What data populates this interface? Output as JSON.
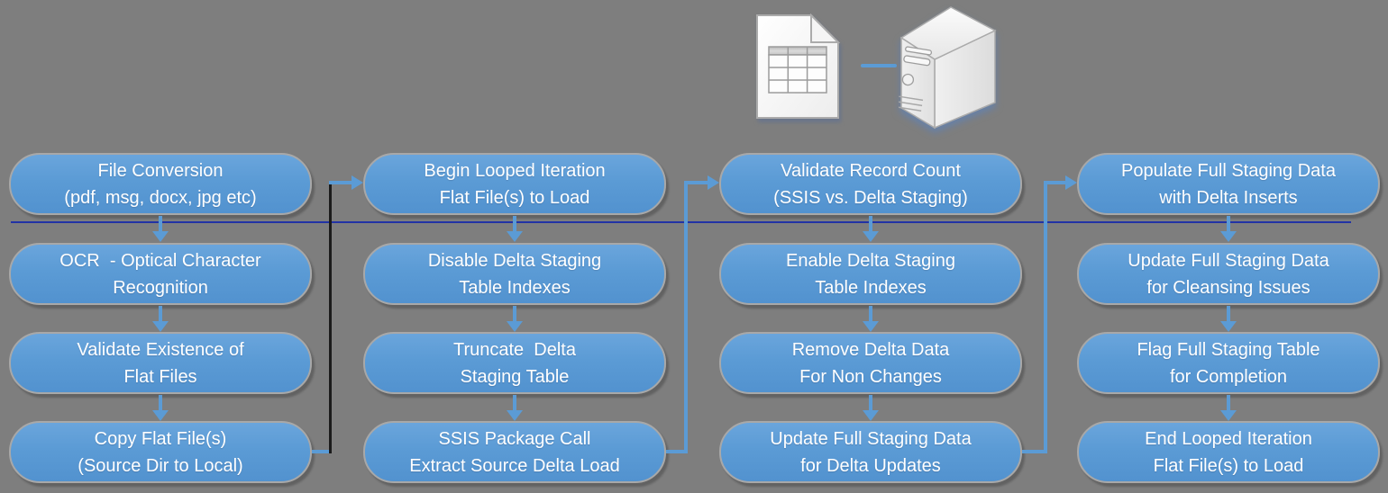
{
  "canvas": {
    "background": "#7E7E7E",
    "type": "flowchart"
  },
  "colors": {
    "node_fill": "#5B9BD5",
    "node_border": "#A8A8A8",
    "node_text": "#FFFFFF",
    "connector": "#5B9BD5",
    "underline_rule": "#2233A5",
    "connector1_vertical": "#1B1B1B"
  },
  "icons": {
    "flat_file": "table-document-icon",
    "server": "server-tower-icon",
    "link": "file-to-server-link"
  },
  "columns": [
    {
      "boxes": [
        {
          "lines": [
            "File Conversion",
            "(pdf, msg, docx, jpg etc)"
          ]
        },
        {
          "lines": [
            "OCR  - Optical Character",
            "Recognition"
          ]
        },
        {
          "lines": [
            "Validate Existence of",
            "Flat Files"
          ]
        },
        {
          "lines": [
            "Copy Flat File(s)",
            "(Source Dir to Local)"
          ]
        }
      ]
    },
    {
      "boxes": [
        {
          "lines": [
            "Begin Looped Iteration",
            "Flat File(s) to Load"
          ]
        },
        {
          "lines": [
            "Disable Delta Staging",
            "Table Indexes"
          ]
        },
        {
          "lines": [
            "Truncate  Delta",
            "Staging Table"
          ]
        },
        {
          "lines": [
            "SSIS Package Call",
            "Extract Source Delta Load"
          ]
        }
      ]
    },
    {
      "boxes": [
        {
          "lines": [
            "Validate Record Count",
            "(SSIS vs. Delta Staging)"
          ]
        },
        {
          "lines": [
            "Enable Delta Staging",
            "Table Indexes"
          ]
        },
        {
          "lines": [
            "Remove Delta Data",
            "For Non Changes"
          ]
        },
        {
          "lines": [
            "Update Full Staging Data",
            "for Delta Updates"
          ]
        }
      ]
    },
    {
      "boxes": [
        {
          "lines": [
            "Populate Full Staging Data",
            "with Delta Inserts"
          ]
        },
        {
          "lines": [
            "Update Full Staging Data",
            "for Cleansing Issues"
          ]
        },
        {
          "lines": [
            "Flag Full Staging Table",
            "for Completion"
          ]
        },
        {
          "lines": [
            "End Looped Iteration",
            "Flat File(s) to Load"
          ]
        }
      ]
    }
  ]
}
